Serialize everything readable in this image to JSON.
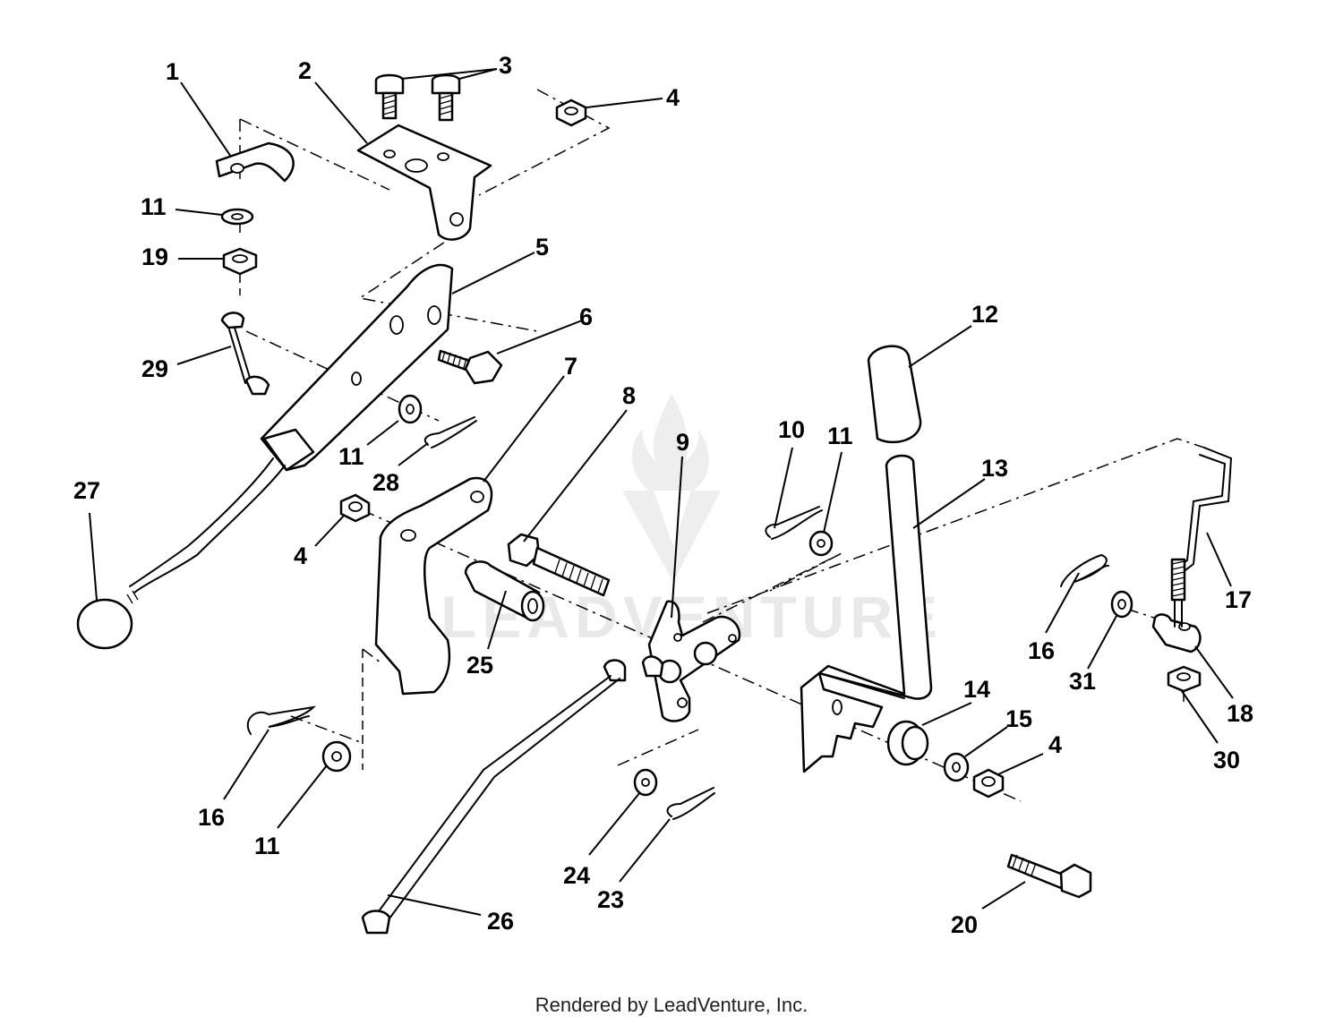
{
  "watermark": {
    "text": "LEADVENTURE"
  },
  "callouts": {
    "c1": "1",
    "c2": "2",
    "c3": "3",
    "c4a": "4",
    "c4b": "4",
    "c4c": "4",
    "c5": "5",
    "c6": "6",
    "c7": "7",
    "c8": "8",
    "c9": "9",
    "c10": "10",
    "c11a": "11",
    "c11b": "11",
    "c11c": "11",
    "c11d": "11",
    "c12": "12",
    "c13": "13",
    "c14": "14",
    "c15": "15",
    "c16a": "16",
    "c16b": "16",
    "c17": "17",
    "c18": "18",
    "c19": "19",
    "c20": "20",
    "c23": "23",
    "c24": "24",
    "c25": "25",
    "c26": "26",
    "c27": "27",
    "c28": "28",
    "c29": "29",
    "c30": "30",
    "c31": "31"
  },
  "footer": {
    "text": "Rendered by LeadVenture, Inc."
  }
}
